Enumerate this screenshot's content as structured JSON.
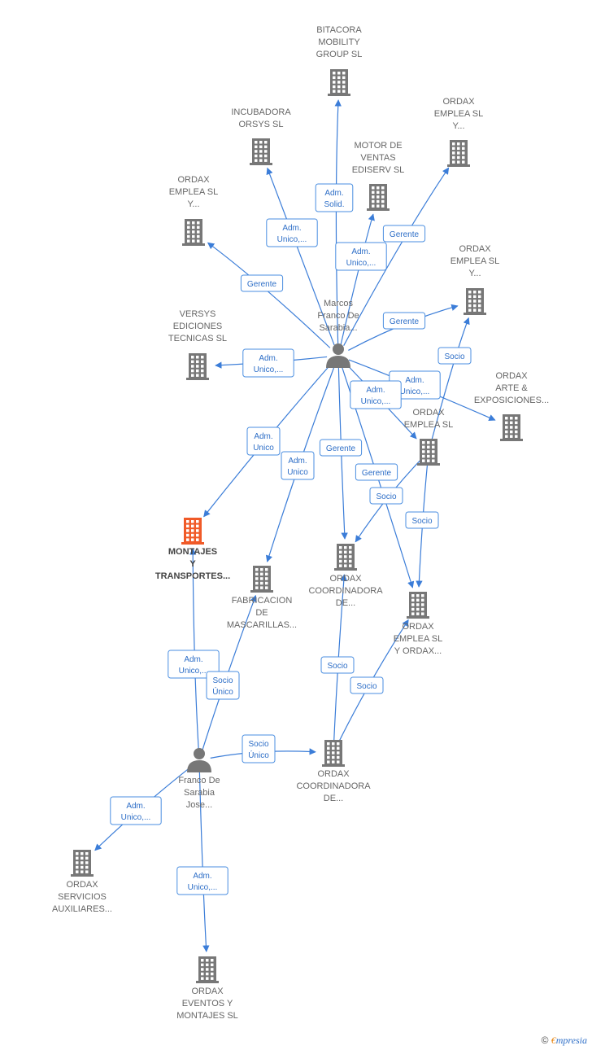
{
  "colors": {
    "edge": "#3b7dd8",
    "node": "#777777",
    "highlight": "#f05a28",
    "label_border": "#4a8ee0",
    "label_text": "#2d6ec7"
  },
  "icons": {
    "company": "building-icon",
    "person": "person-icon"
  },
  "nodes": [
    {
      "id": "bitacora",
      "kind": "company",
      "lines": [
        "BITACORA",
        "MOBILITY",
        "GROUP  SL"
      ]
    },
    {
      "id": "incubadora",
      "kind": "company",
      "lines": [
        "INCUBADORA",
        "ORSYS  SL"
      ]
    },
    {
      "id": "ordax_empl_top_right",
      "kind": "company",
      "lines": [
        "ORDAX",
        "EMPLEA SL",
        "Y..."
      ]
    },
    {
      "id": "motor",
      "kind": "company",
      "lines": [
        "MOTOR DE",
        "VENTAS",
        "EDISERV SL"
      ]
    },
    {
      "id": "ordax_empl_left",
      "kind": "company",
      "lines": [
        "ORDAX",
        "EMPLEA SL",
        "Y..."
      ]
    },
    {
      "id": "ordax_empl_right",
      "kind": "company",
      "lines": [
        "ORDAX",
        "EMPLEA SL",
        "Y..."
      ]
    },
    {
      "id": "marcos",
      "kind": "person",
      "lines": [
        "Marcos",
        "Franco De",
        "Sarabia..."
      ]
    },
    {
      "id": "versys",
      "kind": "company",
      "lines": [
        "VERSYS",
        "EDICIONES",
        "TECNICAS  SL"
      ]
    },
    {
      "id": "ordax_arte",
      "kind": "company",
      "lines": [
        "ORDAX",
        "ARTE &",
        "EXPOSICIONES..."
      ]
    },
    {
      "id": "ordax_emplea_sl",
      "kind": "company",
      "lines": [
        "ORDAX",
        "EMPLEA  SL"
      ]
    },
    {
      "id": "montajes",
      "kind": "company",
      "main": true,
      "lines": [
        "MONTAJES",
        "Y",
        "TRANSPORTES..."
      ]
    },
    {
      "id": "fabricacion",
      "kind": "company",
      "lines": [
        "FABRICACION",
        "DE",
        "MASCARILLAS..."
      ]
    },
    {
      "id": "ordax_coord_mid",
      "kind": "company",
      "lines": [
        "ORDAX",
        "COORDINADORA",
        "DE..."
      ]
    },
    {
      "id": "ordax_emplea_y_ordax",
      "kind": "company",
      "lines": [
        "ORDAX",
        "EMPLEA SL",
        "Y ORDAX..."
      ]
    },
    {
      "id": "franco",
      "kind": "person",
      "lines": [
        "Franco De",
        "Sarabia",
        "Jose..."
      ]
    },
    {
      "id": "ordax_coord_low",
      "kind": "company",
      "lines": [
        "ORDAX",
        "COORDINADORA",
        "DE..."
      ]
    },
    {
      "id": "ordax_servicios",
      "kind": "company",
      "lines": [
        "ORDAX",
        "SERVICIOS",
        "AUXILIARES..."
      ]
    },
    {
      "id": "ordax_eventos",
      "kind": "company",
      "lines": [
        "ORDAX",
        "EVENTOS Y",
        "MONTAJES  SL"
      ]
    }
  ],
  "edges": [
    {
      "from": "marcos",
      "to": "bitacora",
      "label": [
        "Adm.",
        "Solid."
      ]
    },
    {
      "from": "marcos",
      "to": "incubadora",
      "label": [
        "Adm.",
        "Unico,..."
      ]
    },
    {
      "from": "marcos",
      "to": "motor",
      "label": [
        "Adm.",
        "Unico,..."
      ]
    },
    {
      "from": "marcos",
      "to": "ordax_empl_top_right",
      "label": [
        "Gerente"
      ]
    },
    {
      "from": "marcos",
      "to": "ordax_empl_left",
      "label": [
        "Gerente"
      ]
    },
    {
      "from": "marcos",
      "to": "ordax_empl_right",
      "label": [
        "Gerente"
      ]
    },
    {
      "from": "marcos",
      "to": "versys",
      "label": [
        "Adm.",
        "Unico,..."
      ]
    },
    {
      "from": "marcos",
      "to": "ordax_arte",
      "label": [
        "Adm.",
        "Unico,..."
      ]
    },
    {
      "from": "marcos",
      "to": "ordax_emplea_sl",
      "label": [
        "Adm.",
        "Unico,..."
      ]
    },
    {
      "from": "marcos",
      "to": "montajes",
      "label": [
        "Adm.",
        "Unico"
      ]
    },
    {
      "from": "marcos",
      "to": "fabricacion",
      "label": [
        "Adm.",
        "Unico"
      ]
    },
    {
      "from": "marcos",
      "to": "ordax_coord_mid",
      "label": [
        "Gerente"
      ]
    },
    {
      "from": "marcos",
      "to": "ordax_emplea_y_ordax",
      "label": [
        "Gerente"
      ]
    },
    {
      "from": "ordax_emplea_sl",
      "to": "ordax_empl_right",
      "label": [
        "Socio"
      ]
    },
    {
      "from": "ordax_emplea_sl",
      "to": "ordax_coord_mid",
      "label": [
        "Socio"
      ]
    },
    {
      "from": "ordax_emplea_sl",
      "to": "ordax_emplea_y_ordax",
      "label": [
        "Socio"
      ]
    },
    {
      "from": "franco",
      "to": "montajes",
      "label": [
        "Adm.",
        "Unico,..."
      ]
    },
    {
      "from": "franco",
      "to": "fabricacion",
      "label": [
        "Socio",
        "Único"
      ]
    },
    {
      "from": "franco",
      "to": "ordax_coord_low",
      "label": [
        "Socio",
        "Único"
      ]
    },
    {
      "from": "ordax_coord_low",
      "to": "ordax_coord_mid",
      "label": [
        "Socio"
      ]
    },
    {
      "from": "ordax_coord_low",
      "to": "ordax_emplea_y_ordax",
      "label": [
        "Socio"
      ]
    },
    {
      "from": "franco",
      "to": "ordax_servicios",
      "label": [
        "Adm.",
        "Unico,..."
      ]
    },
    {
      "from": "franco",
      "to": "ordax_eventos",
      "label": [
        "Adm.",
        "Unico,..."
      ]
    }
  ],
  "footer": {
    "copyright": "©",
    "brand_e": "€",
    "brand_rest": "mpresia"
  }
}
